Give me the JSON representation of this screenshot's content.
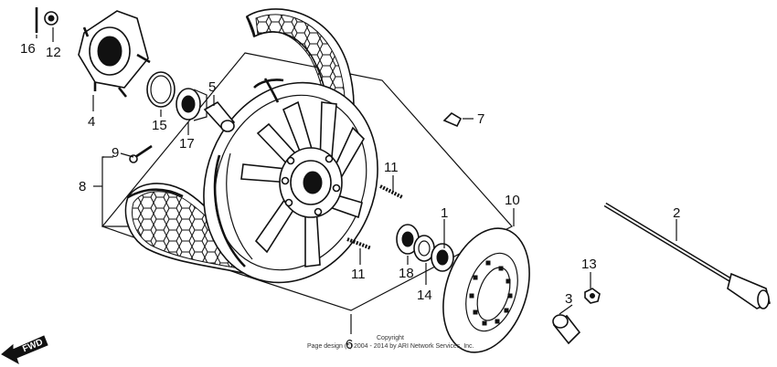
{
  "diagram": {
    "callouts": [
      {
        "id": "16",
        "label": "16"
      },
      {
        "id": "12",
        "label": "12"
      },
      {
        "id": "4",
        "label": "4"
      },
      {
        "id": "15",
        "label": "15"
      },
      {
        "id": "17",
        "label": "17"
      },
      {
        "id": "5",
        "label": "5"
      },
      {
        "id": "7",
        "label": "7"
      },
      {
        "id": "9",
        "label": "9"
      },
      {
        "id": "8",
        "label": "8"
      },
      {
        "id": "11a",
        "label": "11"
      },
      {
        "id": "11b",
        "label": "11"
      },
      {
        "id": "1",
        "label": "1"
      },
      {
        "id": "18",
        "label": "18"
      },
      {
        "id": "14",
        "label": "14"
      },
      {
        "id": "10",
        "label": "10"
      },
      {
        "id": "2",
        "label": "2"
      },
      {
        "id": "13",
        "label": "13"
      },
      {
        "id": "3",
        "label": "3"
      },
      {
        "id": "6",
        "label": "6"
      }
    ],
    "direction_label": "FWD",
    "copyright_line1": "Copyright",
    "copyright_line2": "Page design (c) 2004 - 2014 by ARI Network Services, Inc."
  }
}
